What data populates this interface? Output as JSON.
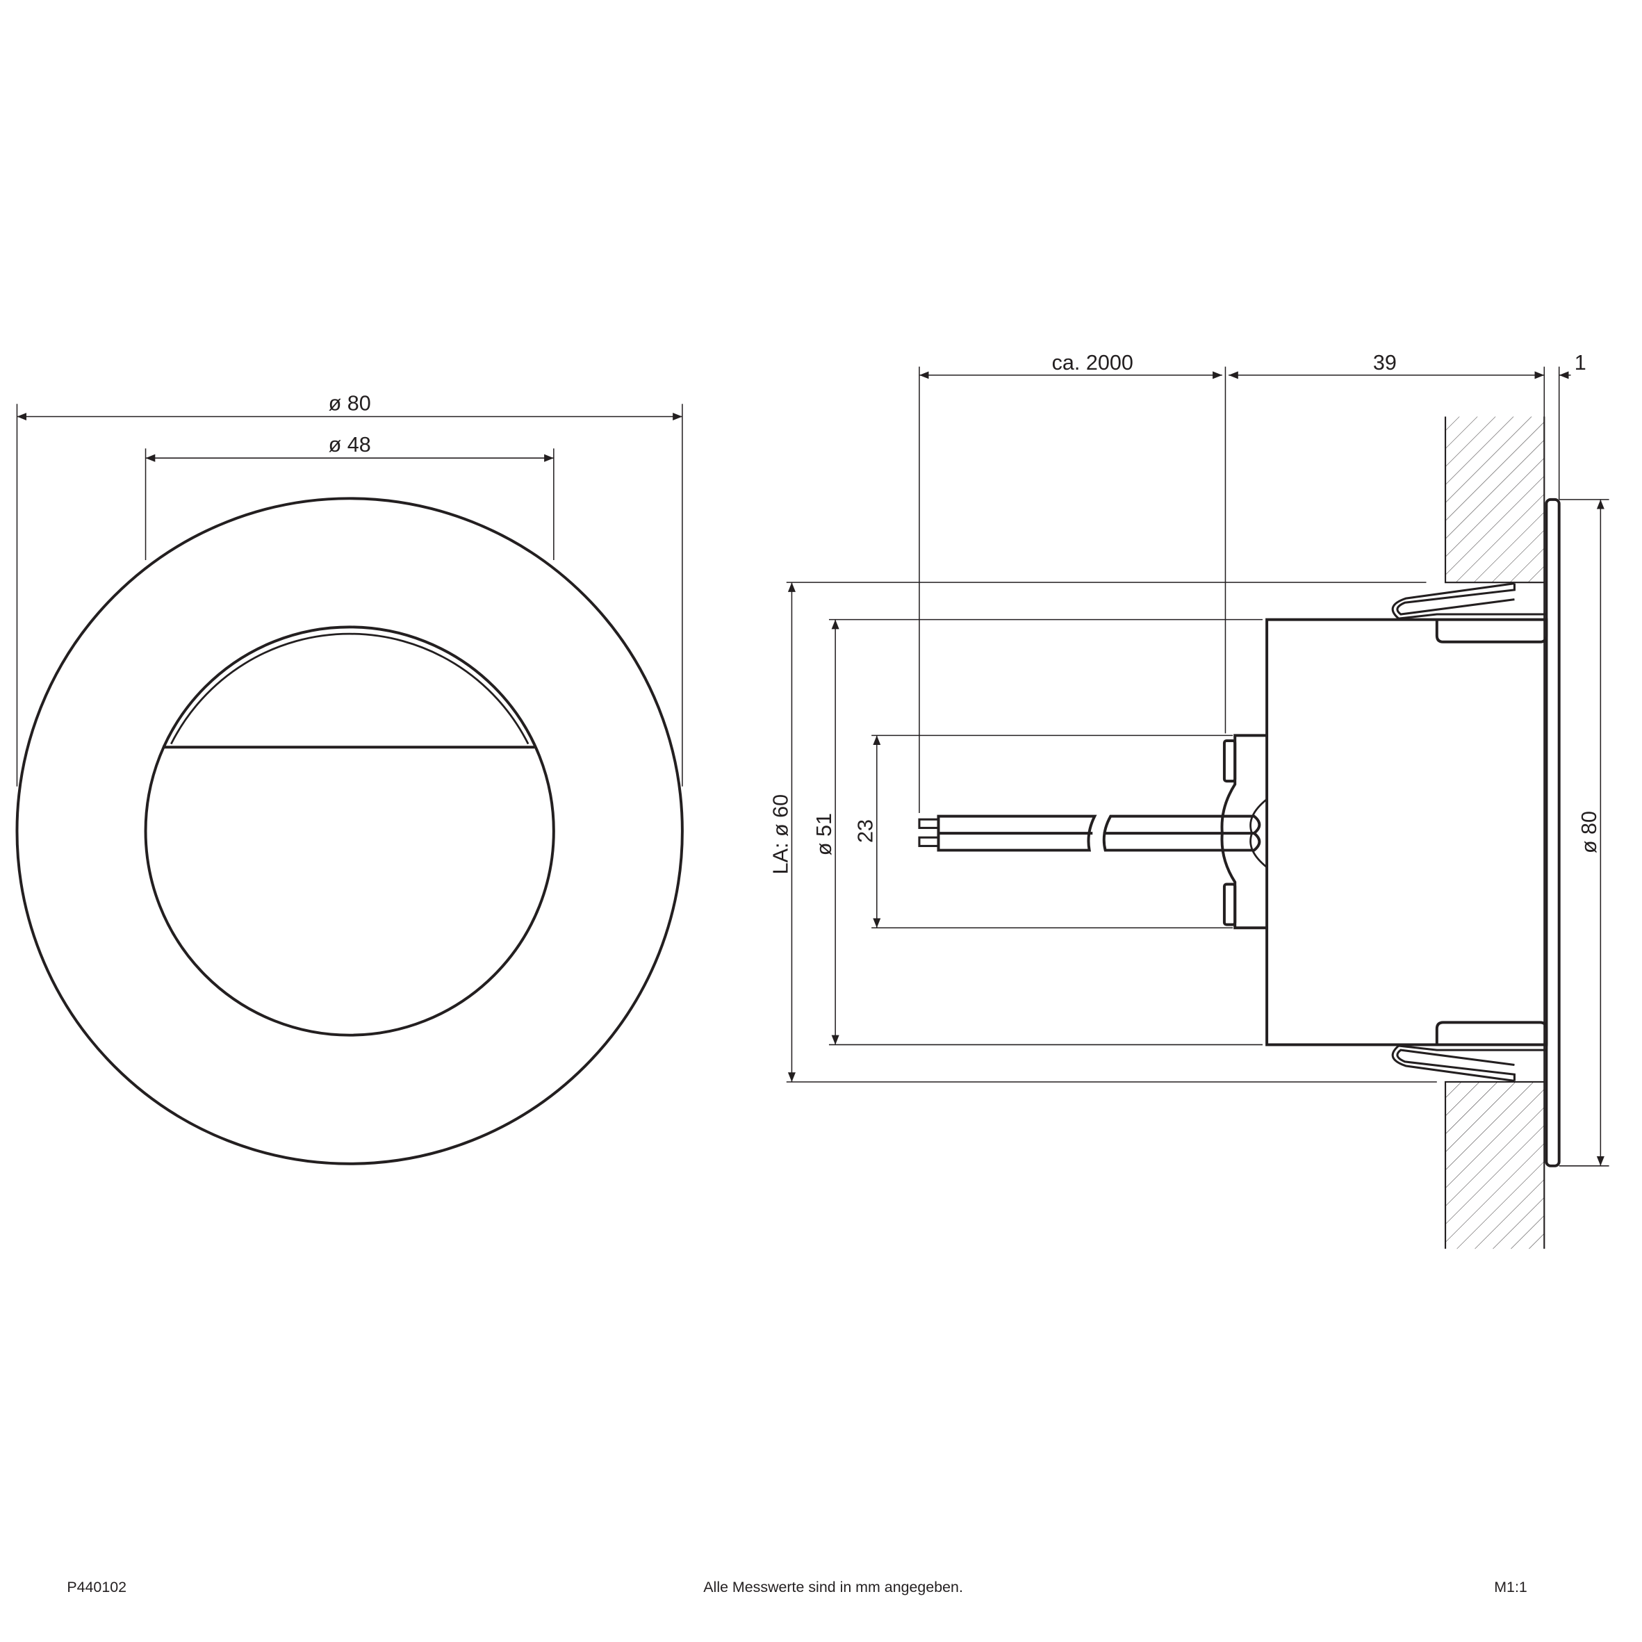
{
  "front_view": {
    "dim_outer": "ø 80",
    "dim_inner": "ø 48"
  },
  "side_view": {
    "dim_cable": "ca. 2000",
    "dim_depth": "39",
    "dim_flange": "1",
    "dim_cutout": "LA: ø 60",
    "dim_body": "ø 51",
    "dim_connector": "23",
    "dim_flange_diameter": "ø 80"
  },
  "footer": {
    "article_number": "P440102",
    "note": "Alle Messwerte sind in mm angegeben.",
    "scale": "M1:1"
  }
}
